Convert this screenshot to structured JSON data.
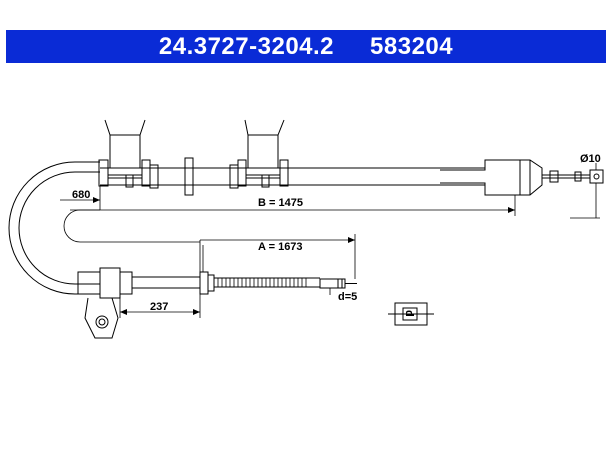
{
  "header": {
    "part_number": "24.3727-3204.2",
    "ref_number": "583204",
    "bar_color": "#0a2bd6",
    "text_color": "#ffffff"
  },
  "dimensions": {
    "dim_680": "680",
    "dim_b": "B = 1475",
    "dim_a": "A = 1673",
    "dim_237": "237",
    "dim_d": "d=5",
    "dim_diameter": "Ø10"
  },
  "symbol": {
    "letter": "d"
  }
}
